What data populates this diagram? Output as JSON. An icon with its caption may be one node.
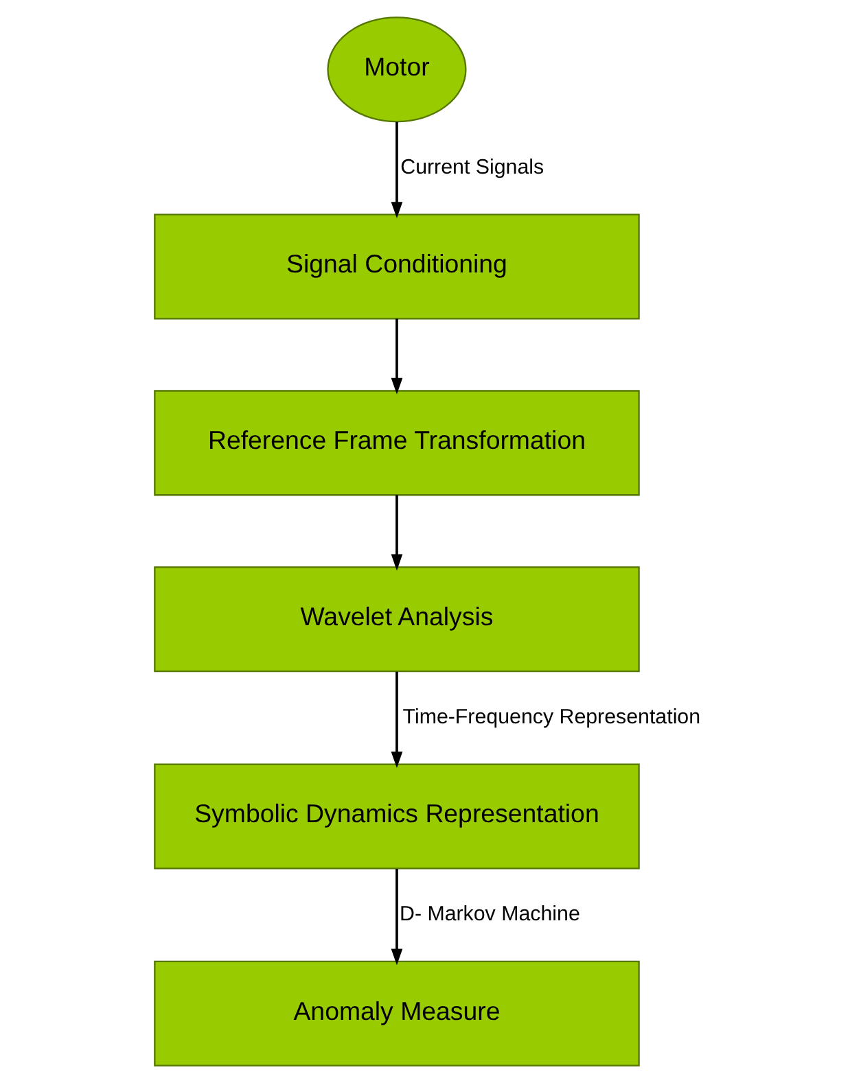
{
  "diagram": {
    "nodes": [
      {
        "text": [
          "Motor"
        ]
      },
      {
        "text": [
          "Signal Conditioning"
        ]
      },
      {
        "text": [
          "Reference Frame Transformation"
        ]
      },
      {
        "text": [
          "Wavelet Analysis"
        ]
      },
      {
        "text": [
          "Symbolic Dynamics Representation"
        ]
      },
      {
        "text": [
          "Anomaly Measure"
        ]
      }
    ],
    "edges": [
      {
        "from": 0,
        "to": 1,
        "arrow": "to",
        "label": "Current Signals"
      },
      {
        "from": 1,
        "to": 2,
        "arrow": "to"
      },
      {
        "from": 2,
        "to": 3,
        "arrow": "to"
      },
      {
        "from": 3,
        "to": 4,
        "arrow": "to",
        "label": "Time-Frequency Representation"
      },
      {
        "from": 4,
        "to": 5,
        "arrow": "to",
        "label": "D- Markov Machine"
      }
    ]
  }
}
